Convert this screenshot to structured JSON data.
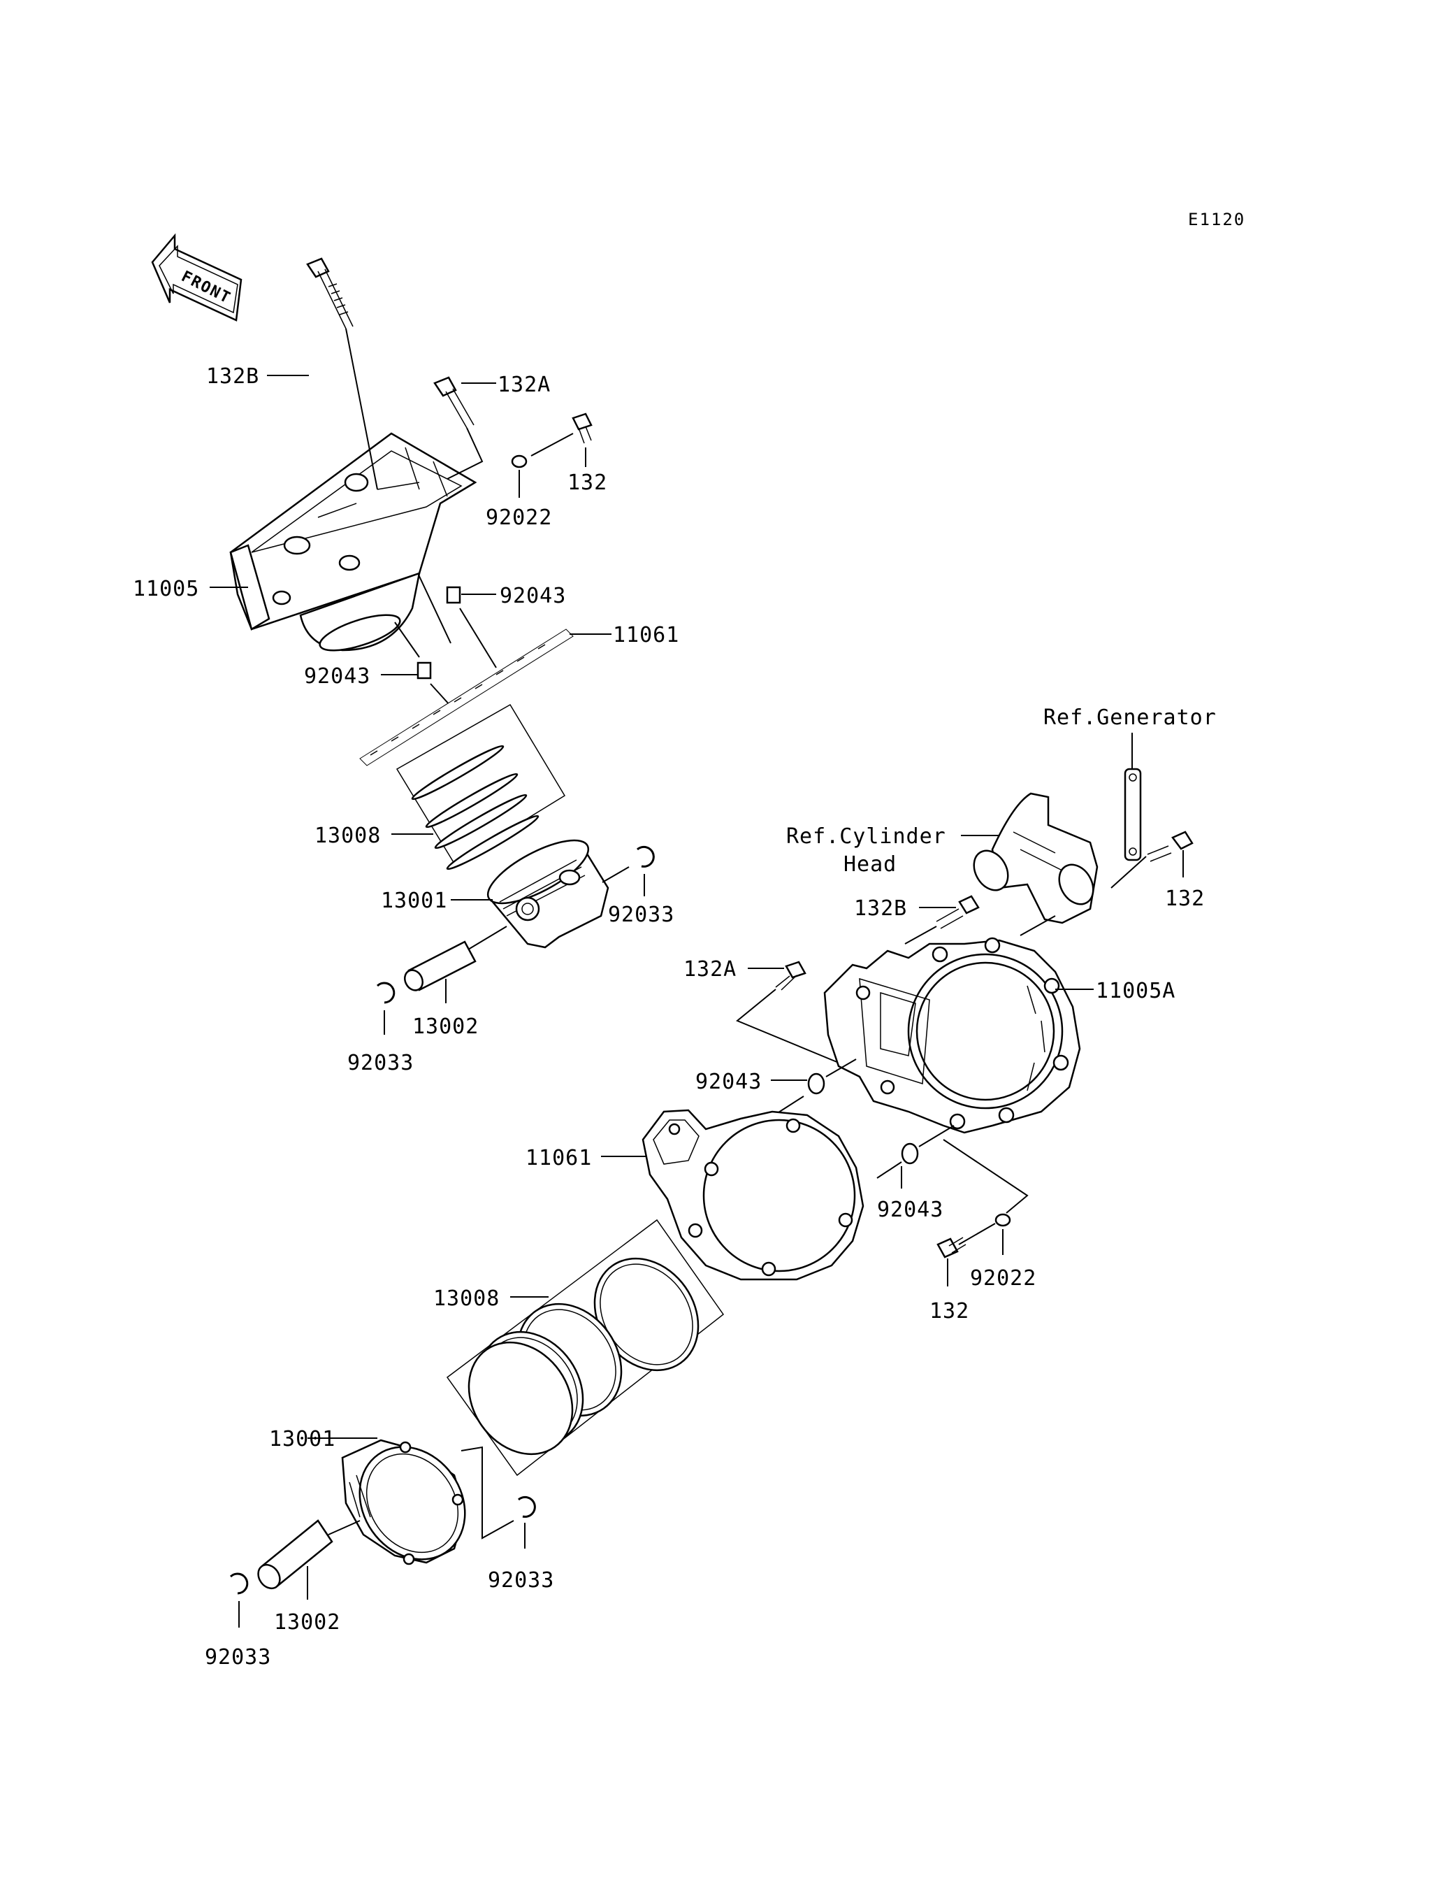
{
  "diagram_code": "E1120",
  "front_arrow_label": "FRONT",
  "labels": {
    "upper_132B": "132B",
    "upper_132A": "132A",
    "upper_132": "132",
    "upper_92022": "92022",
    "upper_11005": "11005",
    "upper_92043_right": "92043",
    "upper_11061": "11061",
    "upper_92043_left": "92043",
    "upper_13008": "13008",
    "upper_13001": "13001",
    "upper_92033_right": "92033",
    "upper_13002": "13002",
    "upper_92033_left": "92033",
    "ref_generator": "Ref.Generator",
    "ref_cylinder_line1": "Ref.Cylinder",
    "ref_cylinder_line2": "Head",
    "lower_132_right": "132",
    "lower_132B": "132B",
    "lower_132A": "132A",
    "lower_11005A": "11005A",
    "lower_92043_left": "92043",
    "lower_11061": "11061",
    "lower_92043_right": "92043",
    "lower_92022": "92022",
    "lower_132_bottom": "132",
    "lower_13008": "13008",
    "lower_13001": "13001",
    "lower_92033_right": "92033",
    "lower_13002": "13002",
    "lower_92033_left": "92033"
  }
}
